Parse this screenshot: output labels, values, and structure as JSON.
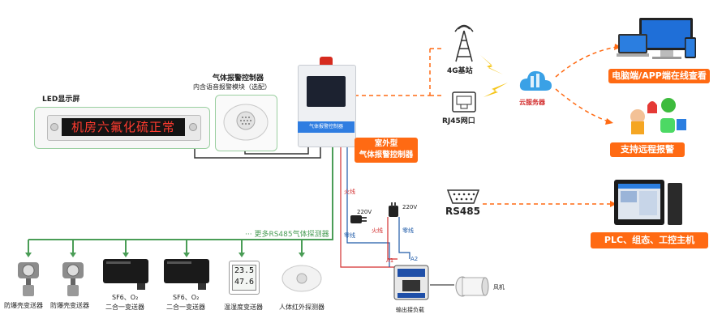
{
  "led": {
    "label": "LED显示屏",
    "text": "机房六氟化硫正常"
  },
  "alarm_module": {
    "title": "气体报警控制器",
    "subtitle": "内含语音报警模块（选配）"
  },
  "controller": {
    "panel_text": "气体报警控制器",
    "badge_line1": "室外型",
    "badge_line2": "气体报警控制器"
  },
  "network": {
    "base_station": "4G基站",
    "rj45": "RJ45网口",
    "cloud": "云服务器",
    "rs485": "RS485"
  },
  "outputs": {
    "pc_app": "电脑端/APP端在线查看",
    "remote_alarm": "支持远程报警",
    "plc": "PLC、组态、工控主机"
  },
  "bus": {
    "more_label": "更多RS485气体探测器"
  },
  "detectors": [
    {
      "label": "防爆壳变送器"
    },
    {
      "label": "防爆壳变送器"
    },
    {
      "label_line1": "SF6、O₂",
      "label_line2": "二合一变送器"
    },
    {
      "label_line1": "SF6、O₂",
      "label_line2": "二合一变送器"
    },
    {
      "label": "温湿度变送器",
      "display_top": "23.5",
      "display_bottom": "47.6"
    },
    {
      "label": "人体红外探测器"
    }
  ],
  "wiring": {
    "fire_line": "火线",
    "zero_line": "零线",
    "v220": "220V",
    "a1": "A1",
    "a2": "A2",
    "relay_label": "输出接负载",
    "fan_label": "风机"
  },
  "colors": {
    "accent_orange": "#ff6a13",
    "bus_green": "#4a9d56",
    "fire_red": "#d32f2f",
    "zero_blue": "#1e5aa8"
  }
}
